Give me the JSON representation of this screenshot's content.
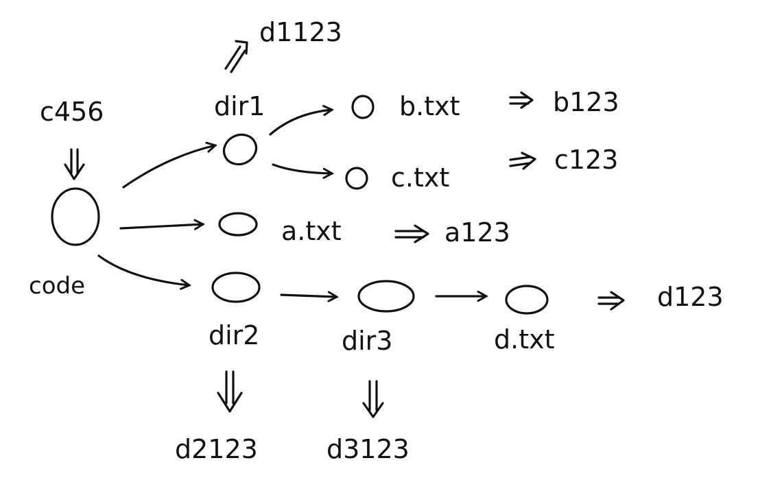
{
  "nodes": {
    "code": {
      "label": "code",
      "hash": "c456"
    },
    "dir1": {
      "label": "dir1",
      "hash": "d1123"
    },
    "dir2": {
      "label": "dir2",
      "hash": "d2123"
    },
    "dir3": {
      "label": "dir3",
      "hash": "d3123"
    },
    "a_txt": {
      "label": "a.txt",
      "hash": "a123"
    },
    "b_txt": {
      "label": "b.txt",
      "hash": "b123"
    },
    "c_txt": {
      "label": "c.txt",
      "hash": "c123"
    },
    "d_txt": {
      "label": "d.txt",
      "hash": "d123"
    }
  },
  "edges": [
    {
      "from": "code",
      "to": "dir1"
    },
    {
      "from": "code",
      "to": "a_txt"
    },
    {
      "from": "code",
      "to": "dir2"
    },
    {
      "from": "dir1",
      "to": "b_txt"
    },
    {
      "from": "dir1",
      "to": "c_txt"
    },
    {
      "from": "dir2",
      "to": "dir3"
    },
    {
      "from": "dir3",
      "to": "d_txt"
    }
  ],
  "ink_color": "#111111"
}
